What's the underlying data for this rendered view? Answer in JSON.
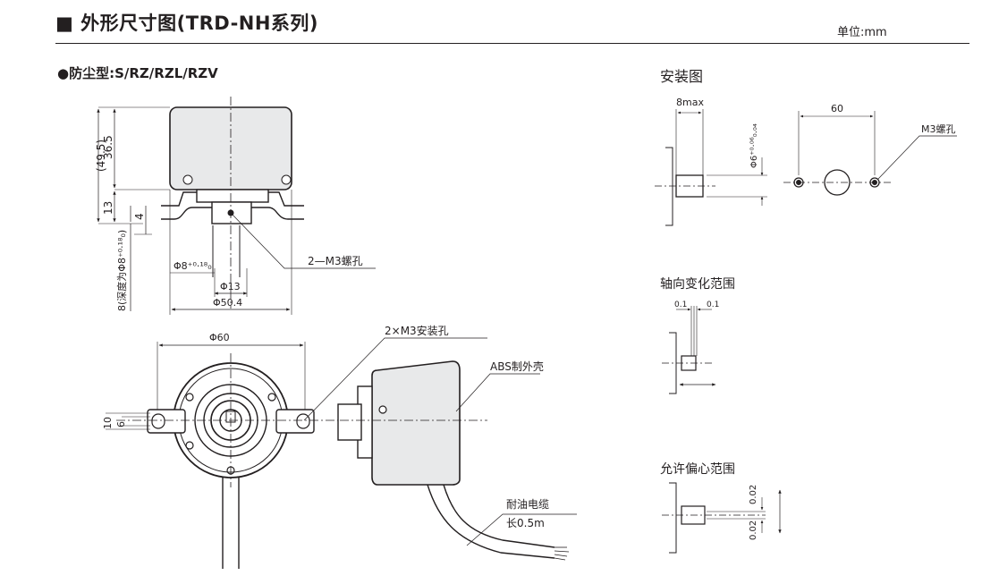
{
  "header": {
    "title": "■ 外形尺寸图(TRD-NH系列)",
    "unit": "单位:mm",
    "subtitle": "●防尘型:S/RZ/RZL/RZV"
  },
  "sections": {
    "install": "安装图",
    "axial": "轴向变化范围",
    "eccentric": "允许偏心范围"
  },
  "dims": {
    "h_total": "(49.5)",
    "h_body": "36.5",
    "h_13": "13",
    "h_4": "4",
    "depth": "8(深度为Φ8⁺⁰·¹⁸₀)",
    "d_bore": "Φ8⁺⁰·¹⁸₀",
    "d_13": "Φ13",
    "d_504": "Φ50.4",
    "screw_2m3": "2—M3螺孔",
    "d_60": "Φ60",
    "mount_2m3": "2×M3安装孔",
    "abs": "ABS制外壳",
    "h_10": "10",
    "h_6": "6",
    "cable_1": "耐油电缆",
    "cable_2": "长0.5m",
    "max8": "8max",
    "phi6": "Φ6⁺⁰·⁰⁶₀.₀₄",
    "pitch60": "60",
    "m3hole": "M3螺孔",
    "ax1": "0.1",
    "ax2": "0.1",
    "ec1": "0.02",
    "ec2": "0.02"
  }
}
